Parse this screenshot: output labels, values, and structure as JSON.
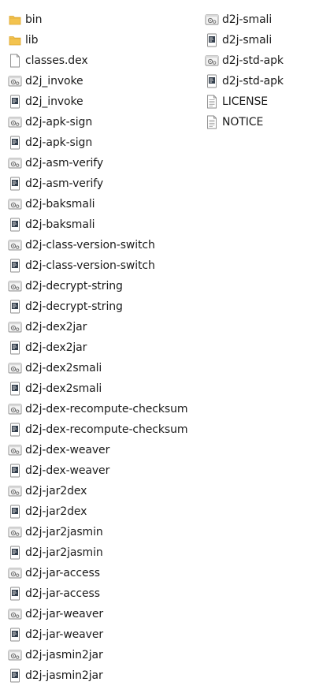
{
  "columns": [
    {
      "items": [
        {
          "name": "bin",
          "icon": "folder-icon"
        },
        {
          "name": "lib",
          "icon": "folder-icon"
        },
        {
          "name": "classes.dex",
          "icon": "blank-file-icon"
        },
        {
          "name": "d2j_invoke",
          "icon": "shell-script-icon"
        },
        {
          "name": "d2j_invoke",
          "icon": "batch-file-icon"
        },
        {
          "name": "d2j-apk-sign",
          "icon": "shell-script-icon"
        },
        {
          "name": "d2j-apk-sign",
          "icon": "batch-file-icon"
        },
        {
          "name": "d2j-asm-verify",
          "icon": "shell-script-icon"
        },
        {
          "name": "d2j-asm-verify",
          "icon": "batch-file-icon"
        },
        {
          "name": "d2j-baksmali",
          "icon": "shell-script-icon"
        },
        {
          "name": "d2j-baksmali",
          "icon": "batch-file-icon"
        },
        {
          "name": "d2j-class-version-switch",
          "icon": "shell-script-icon"
        },
        {
          "name": "d2j-class-version-switch",
          "icon": "batch-file-icon"
        },
        {
          "name": "d2j-decrypt-string",
          "icon": "shell-script-icon"
        },
        {
          "name": "d2j-decrypt-string",
          "icon": "batch-file-icon"
        },
        {
          "name": "d2j-dex2jar",
          "icon": "shell-script-icon"
        },
        {
          "name": "d2j-dex2jar",
          "icon": "batch-file-icon"
        },
        {
          "name": "d2j-dex2smali",
          "icon": "shell-script-icon"
        },
        {
          "name": "d2j-dex2smali",
          "icon": "batch-file-icon"
        },
        {
          "name": "d2j-dex-recompute-checksum",
          "icon": "shell-script-icon"
        },
        {
          "name": "d2j-dex-recompute-checksum",
          "icon": "batch-file-icon"
        },
        {
          "name": "d2j-dex-weaver",
          "icon": "shell-script-icon"
        },
        {
          "name": "d2j-dex-weaver",
          "icon": "batch-file-icon"
        },
        {
          "name": "d2j-jar2dex",
          "icon": "shell-script-icon"
        },
        {
          "name": "d2j-jar2dex",
          "icon": "batch-file-icon"
        },
        {
          "name": "d2j-jar2jasmin",
          "icon": "shell-script-icon"
        },
        {
          "name": "d2j-jar2jasmin",
          "icon": "batch-file-icon"
        },
        {
          "name": "d2j-jar-access",
          "icon": "shell-script-icon"
        },
        {
          "name": "d2j-jar-access",
          "icon": "batch-file-icon"
        },
        {
          "name": "d2j-jar-weaver",
          "icon": "shell-script-icon"
        },
        {
          "name": "d2j-jar-weaver",
          "icon": "batch-file-icon"
        },
        {
          "name": "d2j-jasmin2jar",
          "icon": "shell-script-icon"
        },
        {
          "name": "d2j-jasmin2jar",
          "icon": "batch-file-icon"
        }
      ]
    },
    {
      "items": [
        {
          "name": "d2j-smali",
          "icon": "shell-script-icon"
        },
        {
          "name": "d2j-smali",
          "icon": "batch-file-icon"
        },
        {
          "name": "d2j-std-apk",
          "icon": "shell-script-icon"
        },
        {
          "name": "d2j-std-apk",
          "icon": "batch-file-icon"
        },
        {
          "name": "LICENSE",
          "icon": "text-file-icon"
        },
        {
          "name": "NOTICE",
          "icon": "text-file-icon"
        }
      ]
    }
  ],
  "colors": {
    "folder": "#f3c34f",
    "folder_dark": "#dca62f",
    "icon_border": "#8a8a8a",
    "icon_dark": "#333f4d",
    "text": "#1a1a1a"
  }
}
